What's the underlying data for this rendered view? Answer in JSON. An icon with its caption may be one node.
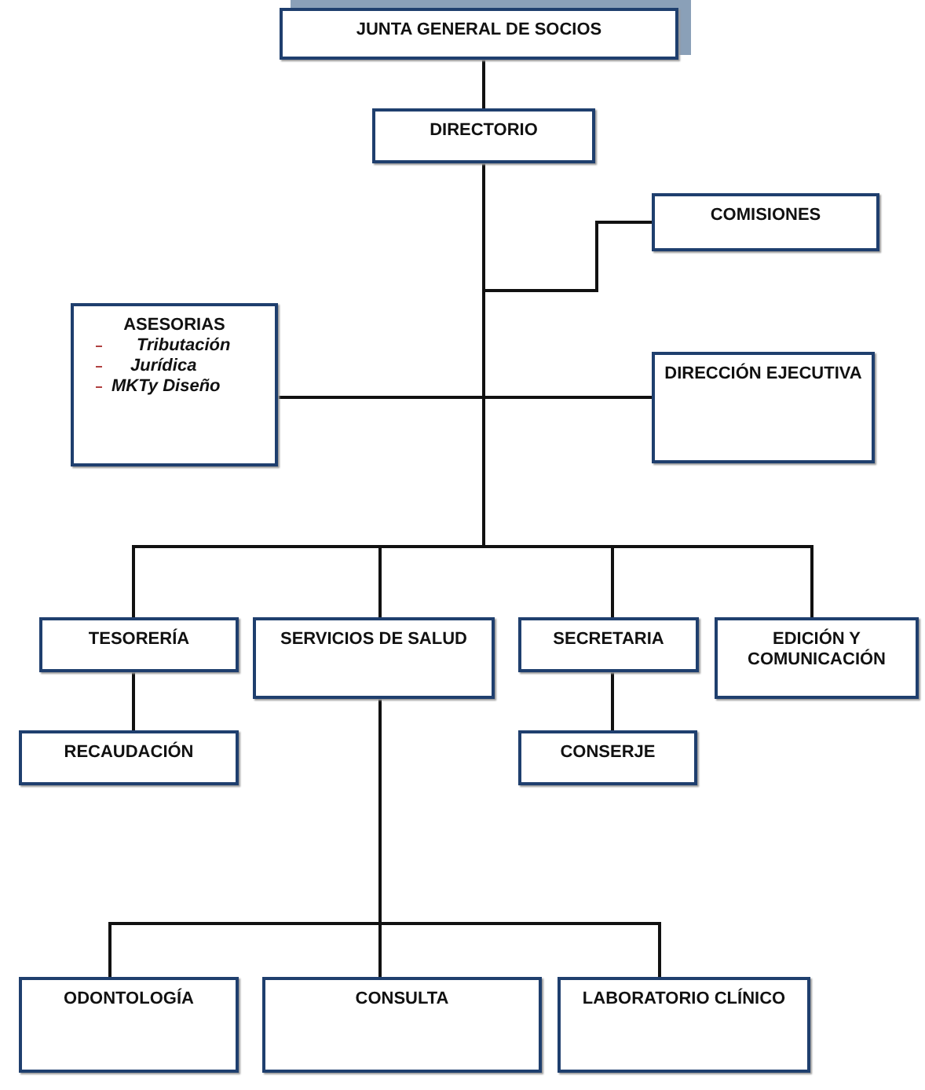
{
  "diagram": {
    "nodes": [
      {
        "text": [
          "JUNTA GENERAL DE SOCIOS"
        ]
      },
      {
        "text": [
          "DIRECTORIO"
        ]
      },
      {
        "text": [
          "COMISIONES"
        ]
      },
      {
        "text": [
          "ASESORIAS",
          "Tributación",
          "Jurídica",
          "MKTy Diseño"
        ]
      },
      {
        "text": [
          "DIRECCIÓN EJECUTIVA"
        ]
      },
      {
        "text": [
          "TESORERÍA"
        ]
      },
      {
        "text": [
          "SERVICIOS DE SALUD"
        ]
      },
      {
        "text": [
          "SECRETARIA"
        ]
      },
      {
        "text": [
          "EDICIÓN Y COMUNICACIÓN"
        ]
      },
      {
        "text": [
          "RECAUDACIÓN"
        ]
      },
      {
        "text": [
          "CONSERJE"
        ]
      },
      {
        "text": [
          "ODONTOLOGÍA"
        ]
      },
      {
        "text": [
          "CONSULTA"
        ]
      },
      {
        "text": [
          "LABORATORIO CLÍNICO"
        ]
      }
    ],
    "edges": [
      {
        "from": 0,
        "to": 1,
        "arrow": "none"
      },
      {
        "from": 1,
        "to": 2,
        "arrow": "none"
      },
      {
        "from": 1,
        "to": 3,
        "arrow": "none"
      },
      {
        "from": 1,
        "to": 4,
        "arrow": "none"
      },
      {
        "from": 1,
        "to": 5,
        "arrow": "none"
      },
      {
        "from": 1,
        "to": 6,
        "arrow": "none"
      },
      {
        "from": 1,
        "to": 7,
        "arrow": "none"
      },
      {
        "from": 1,
        "to": 8,
        "arrow": "none"
      },
      {
        "from": 5,
        "to": 9,
        "arrow": "none"
      },
      {
        "from": 7,
        "to": 10,
        "arrow": "none"
      },
      {
        "from": 6,
        "to": 11,
        "arrow": "none"
      },
      {
        "from": 6,
        "to": 12,
        "arrow": "none"
      },
      {
        "from": 6,
        "to": 13,
        "arrow": "none"
      }
    ]
  }
}
